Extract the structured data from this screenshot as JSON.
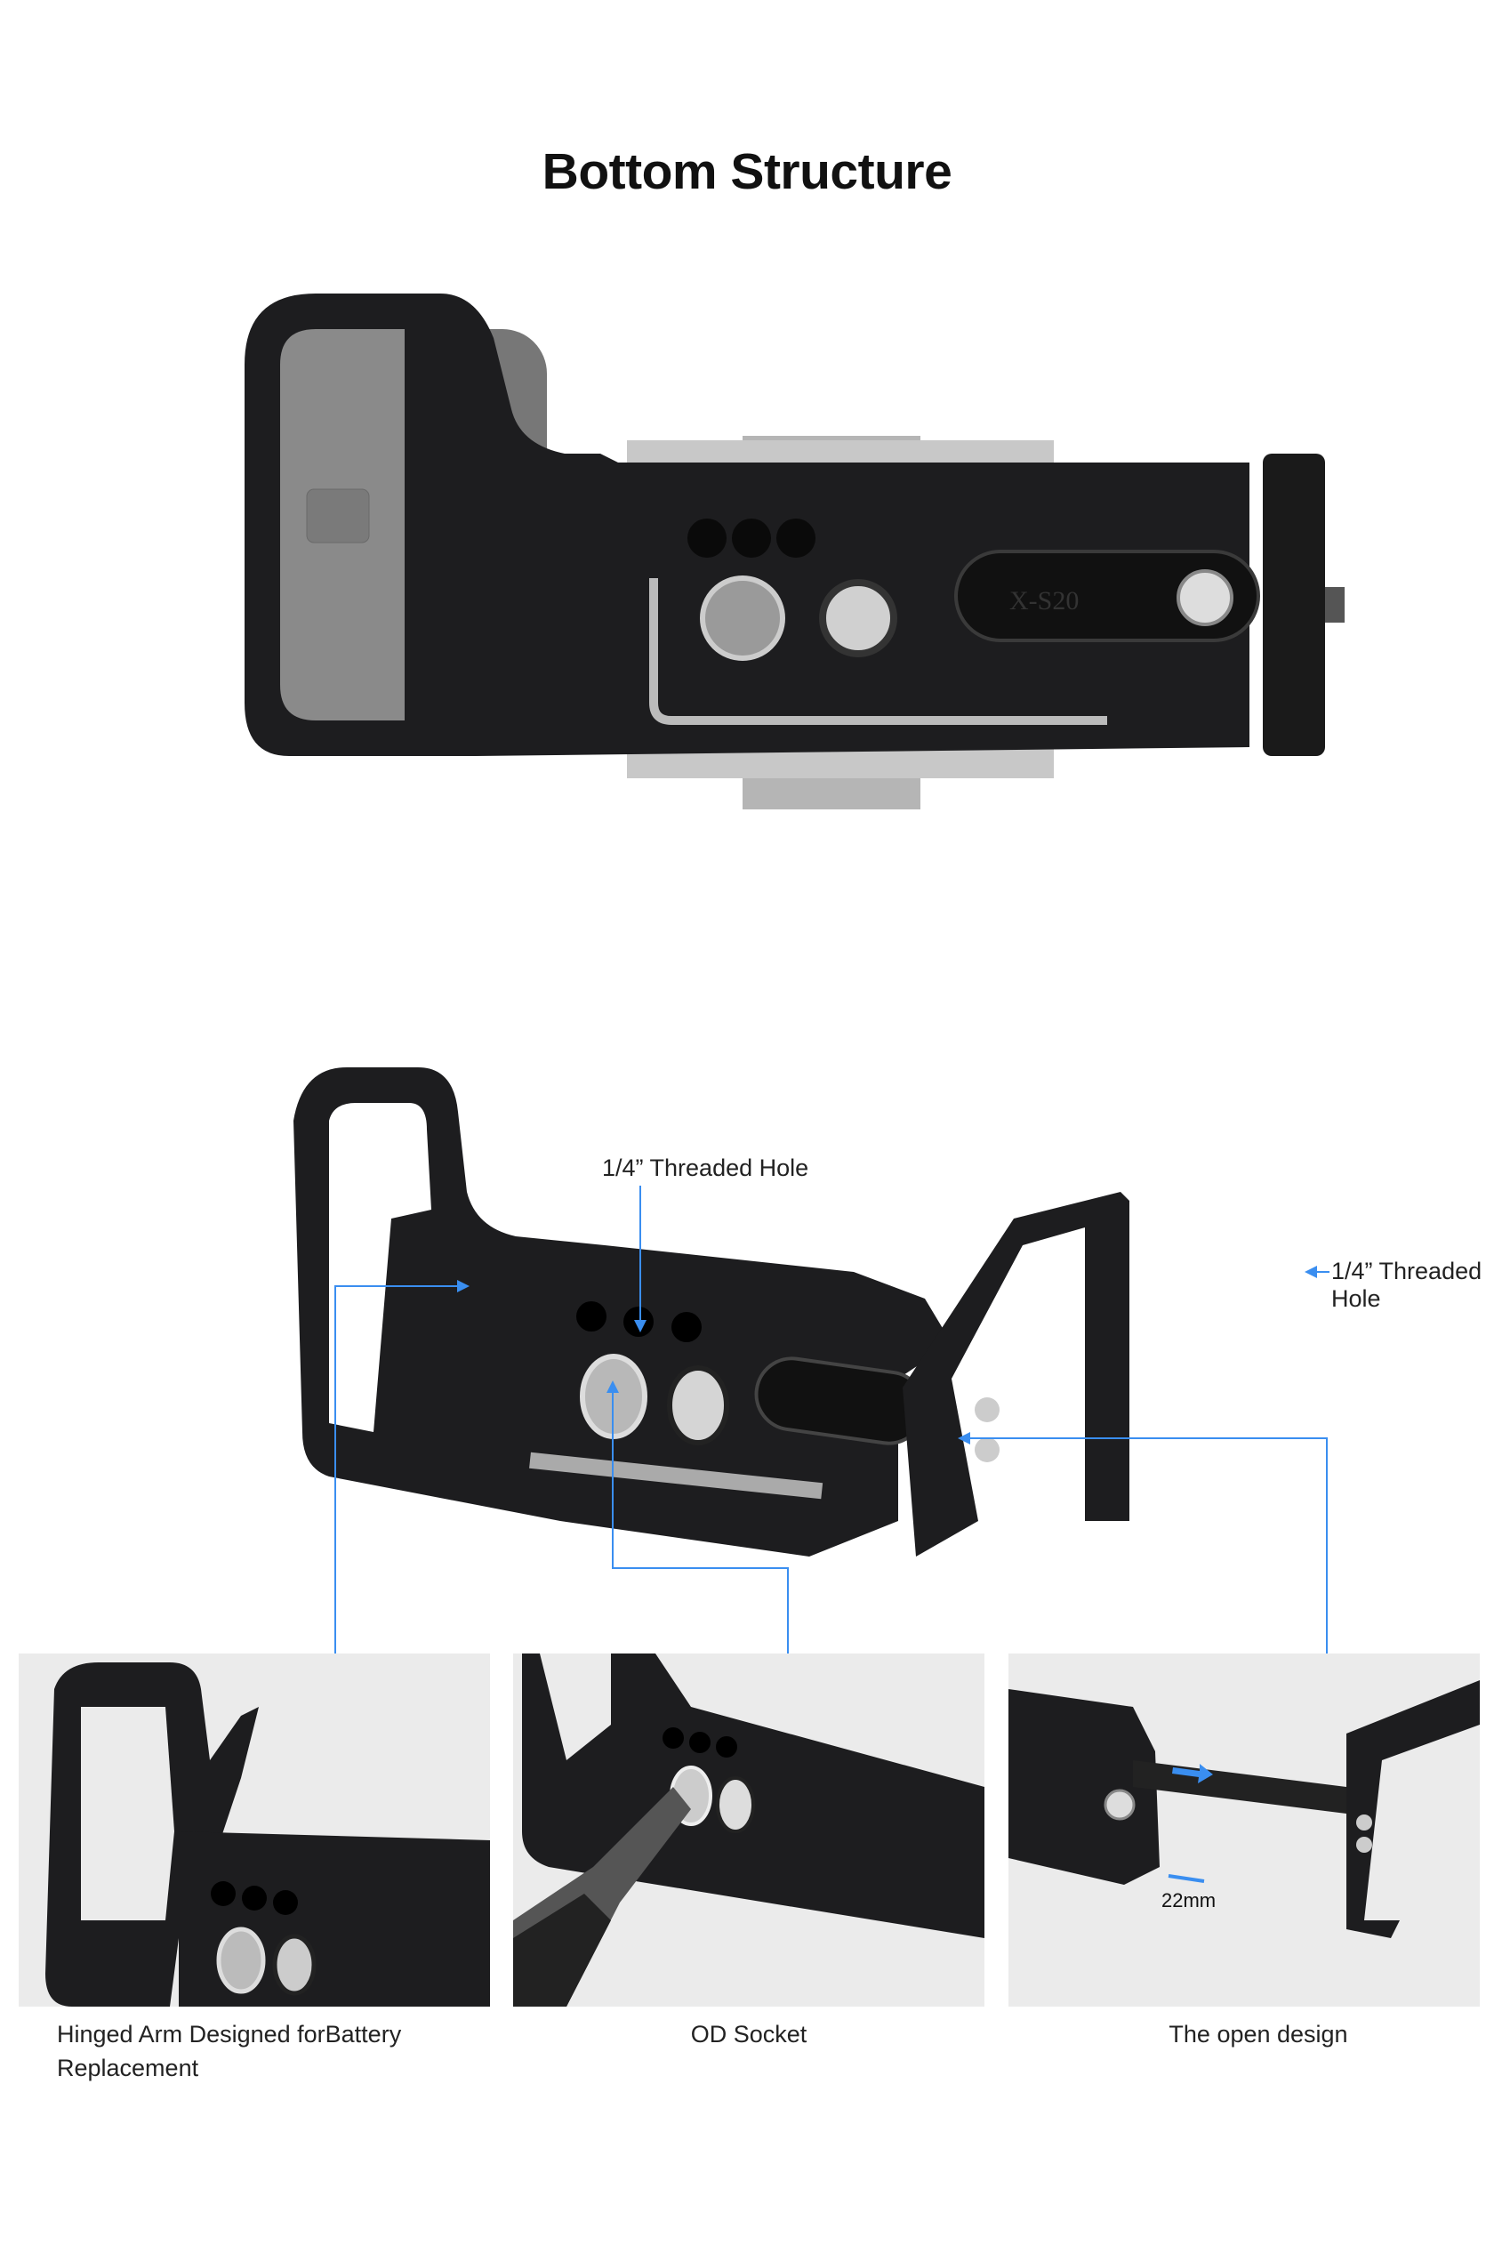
{
  "title": "Bottom Structure",
  "callouts": {
    "top_hole": "1/4” Threaded Hole",
    "side_hole_line1": "1/4” Threaded",
    "side_hole_line2": "Hole"
  },
  "panels": [
    {
      "caption_line1": "Hinged Arm Designed forBattery",
      "caption_line2": "Replacement"
    },
    {
      "caption_line1": "OD Socket"
    },
    {
      "caption_line1": "The open design",
      "measure": "22mm"
    }
  ],
  "engraving": "X-S20",
  "colors": {
    "accent": "#3a8ef0",
    "metal": "#1d1d1f",
    "panel_bg": "#ebebeb"
  }
}
